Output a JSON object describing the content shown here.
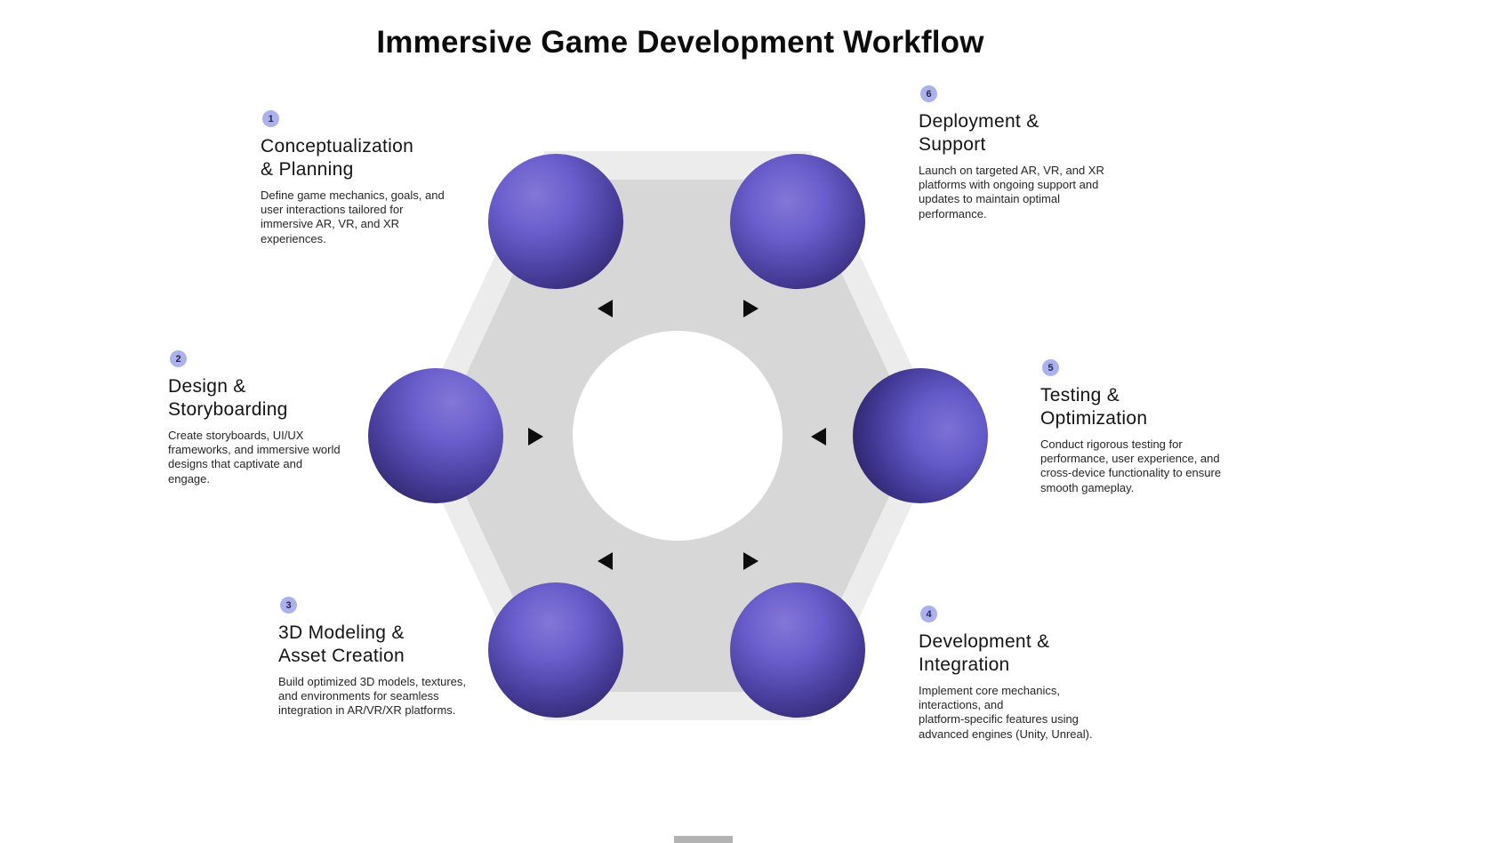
{
  "title": "Immersive Game Development Workflow",
  "steps": [
    {
      "number": "1",
      "heading": "Conceptualization\n& Planning",
      "body": "Define game mechanics, goals, and user interactions tailored for immersive AR, VR, and XR experiences."
    },
    {
      "number": "2",
      "heading": "Design &\nStoryboarding",
      "body": "Create storyboards, UI/UX frameworks, and immersive world designs that captivate and engage."
    },
    {
      "number": "3",
      "heading": "3D Modeling &\nAsset Creation",
      "body": "Build optimized 3D models, textures, and environments for seamless integration in AR/VR/XR platforms."
    },
    {
      "number": "4",
      "heading": "Development &\nIntegration",
      "body": "Implement core mechanics, interactions, and\nplatform-specific features using advanced engines (Unity, Unreal)."
    },
    {
      "number": "5",
      "heading": "Testing &\nOptimization",
      "body": "Conduct rigorous testing for performance, user experience, and cross-device functionality to ensure smooth gameplay."
    },
    {
      "number": "6",
      "heading": "Deployment &\nSupport",
      "body": "Launch on targeted AR, VR, and XR platforms with ongoing support and updates to maintain optimal performance."
    }
  ],
  "colors": {
    "sphere_light": "#8377d8",
    "sphere_dark": "#241d52",
    "badge": "#aab1ec",
    "hex_outer": "#ececec",
    "hex_inner": "#d7d7d7",
    "arrow": "#0d0d0d"
  }
}
